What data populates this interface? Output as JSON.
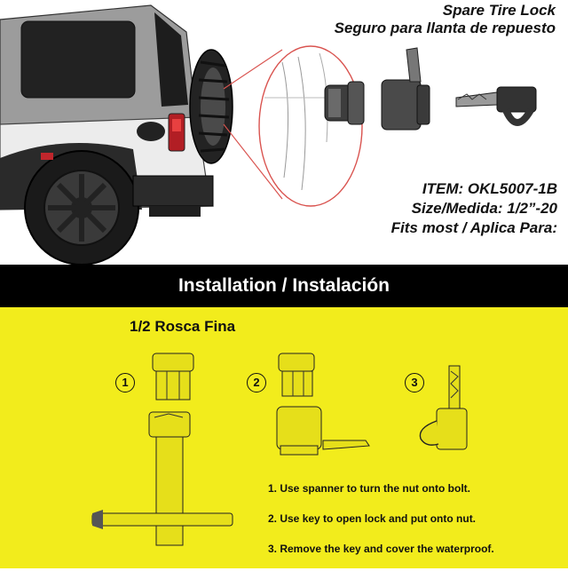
{
  "header": {
    "title_en": "Spare Tire Lock",
    "title_es": "Seguro para llanta de repuesto"
  },
  "specs": {
    "item": "ITEM: OKL5007-1B",
    "size": "Size/Medida: 1/2”-20",
    "fits": "Fits most / Aplica Para:"
  },
  "banner": {
    "label": "Installation / Instalación"
  },
  "install": {
    "thread_label": "1/2 Rosca Fina",
    "step_numbers": [
      "1",
      "2",
      "3"
    ],
    "instructions": [
      "1. Use spanner to turn the nut onto bolt.",
      "2. Use key to open lock and put onto nut.",
      "3. Remove the key and cover the waterproof."
    ]
  },
  "colors": {
    "banner_bg": "#000000",
    "install_bg": "#f2ec1c",
    "zoom_circle": "#d9534f"
  }
}
